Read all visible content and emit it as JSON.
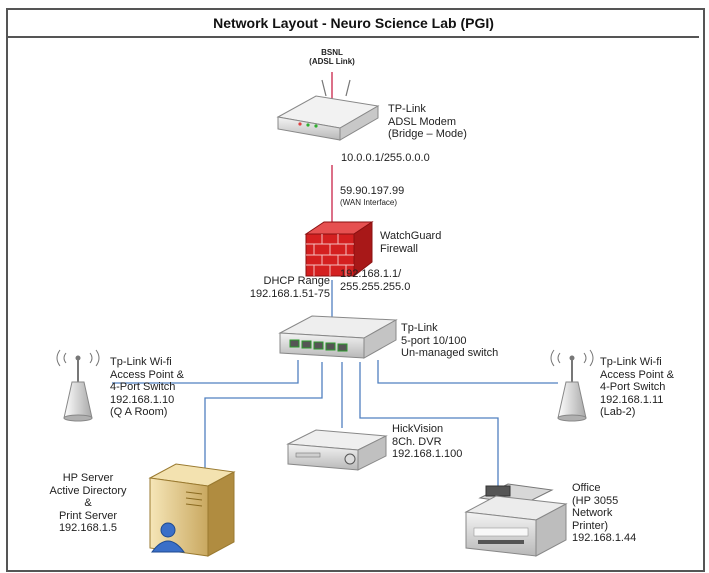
{
  "title": "Network Layout -  Neuro Science Lab (PGI)",
  "nodes": {
    "isp": {
      "label": "BSNL\n(ADSL Link)"
    },
    "modem": {
      "label": "TP-Link\nADSL Modem\n(Bridge – Mode)",
      "ip": "10.0.0.1/255.0.0.0"
    },
    "firewall": {
      "wan": "59.90.197.99",
      "wan_note": "(WAN Interface)",
      "label": "WatchGuard\nFirewall",
      "lan": "192.168.1.1/\n255.255.255.0",
      "dhcp": "DHCP Range\n192.168.1.51-75"
    },
    "switch": {
      "label": "Tp-Link\n5-port 10/100\nUn-managed switch"
    },
    "ap_left": {
      "label": "Tp-Link Wi-fi\nAccess Point &\n4-Port Switch\n192.168.1.10\n(Q A Room)"
    },
    "ap_right": {
      "label": "Tp-Link Wi-fi\nAccess Point &\n4-Port Switch\n192.168.1.11\n(Lab-2)"
    },
    "dvr": {
      "label": "HickVision\n8Ch. DVR\n192.168.1.100"
    },
    "server": {
      "label": "HP Server\nActive Directory\n&\nPrint Server\n192.168.1.5"
    },
    "printer": {
      "label": "Office\n(HP 3055\nNetwork\nPrinter)\n192.168.1.44"
    }
  },
  "colors": {
    "wan_line": "#d04060",
    "lan_line": "#5080c0",
    "firewall": "#d42020"
  }
}
